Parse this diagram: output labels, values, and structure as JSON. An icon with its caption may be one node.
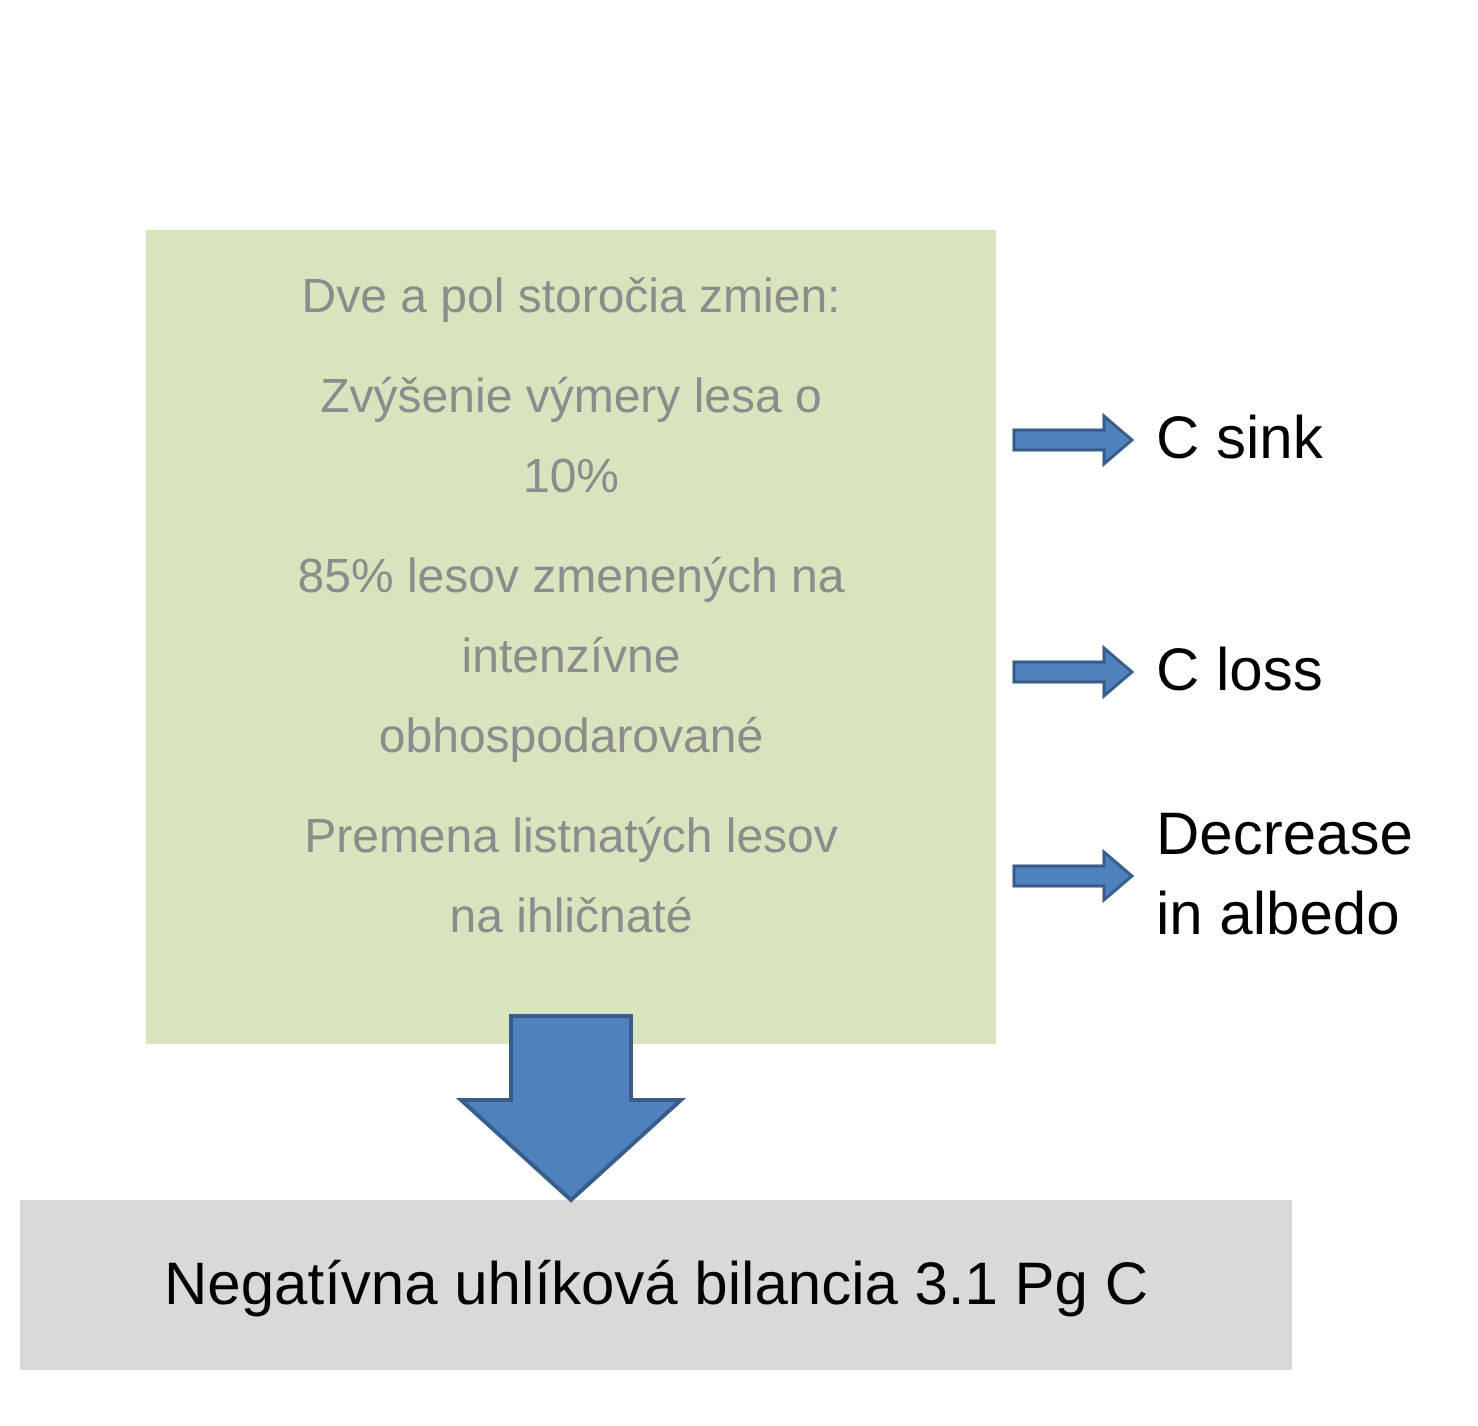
{
  "diagram": {
    "nodes": [
      {
        "text": [
          "Dve a pol storočia zmien:",
          "Zvýšenie výmery lesa o 10%",
          "85% lesov zmenených na intenzívne obhospodarované",
          "Premena listnatých lesov na ihličnaté"
        ]
      },
      {
        "text": [
          "C sink"
        ]
      },
      {
        "text": [
          "C loss"
        ]
      },
      {
        "text": [
          "Decrease in albedo"
        ]
      },
      {
        "text": [
          "Negatívna uhlíková bilancia 3.1 Pg C"
        ]
      }
    ],
    "edges": [
      {
        "from": 0,
        "to": 1,
        "arrow": "to"
      },
      {
        "from": 0,
        "to": 2,
        "arrow": "to"
      },
      {
        "from": 0,
        "to": 3,
        "arrow": "to"
      },
      {
        "from": 0,
        "to": 4,
        "arrow": "to",
        "style": "thick"
      }
    ]
  }
}
